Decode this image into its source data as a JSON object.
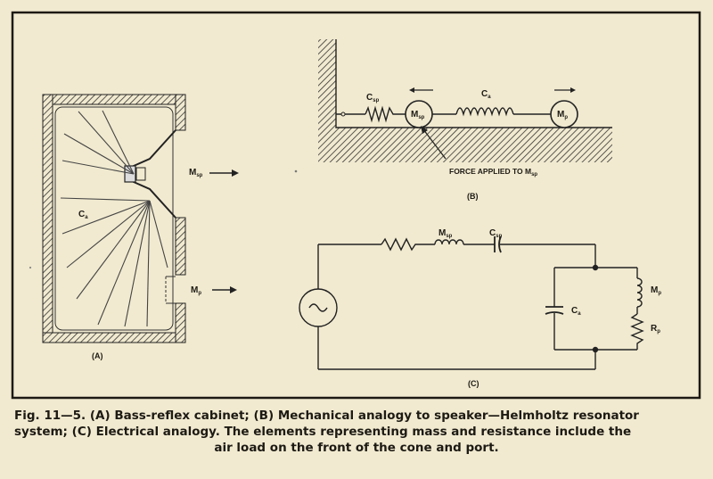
{
  "figure": {
    "part_a": {
      "label": "(A)",
      "msp": "M",
      "msp_sub": "sp",
      "mp": "M",
      "mp_sub": "p",
      "ca": "C",
      "ca_sub": "a"
    },
    "part_b": {
      "label": "(B)",
      "csp": "C",
      "csp_sub": "sp",
      "ca": "C",
      "ca_sub": "a",
      "msp": "M",
      "msp_sub": "sp",
      "mp": "M",
      "mp_sub": "p",
      "force": "FORCE APPLIED TO M",
      "force_sub": "sp"
    },
    "part_c": {
      "label": "(C)",
      "msp": "M",
      "msp_sub": "sp",
      "csp": "C",
      "csp_sub": "sp",
      "ca": "C",
      "ca_sub": "a",
      "mp": "M",
      "mp_sub": "p",
      "rp": "R",
      "rp_sub": "p"
    }
  },
  "caption": {
    "line1": "Fig. 11—5. (A) Bass-reflex cabinet; (B) Mechanical analogy to speaker—Helmholtz resonator",
    "line2": "system; (C) Electrical analogy. The elements representing mass and resistance include the",
    "line3": "air load on the front of the cone and port."
  }
}
